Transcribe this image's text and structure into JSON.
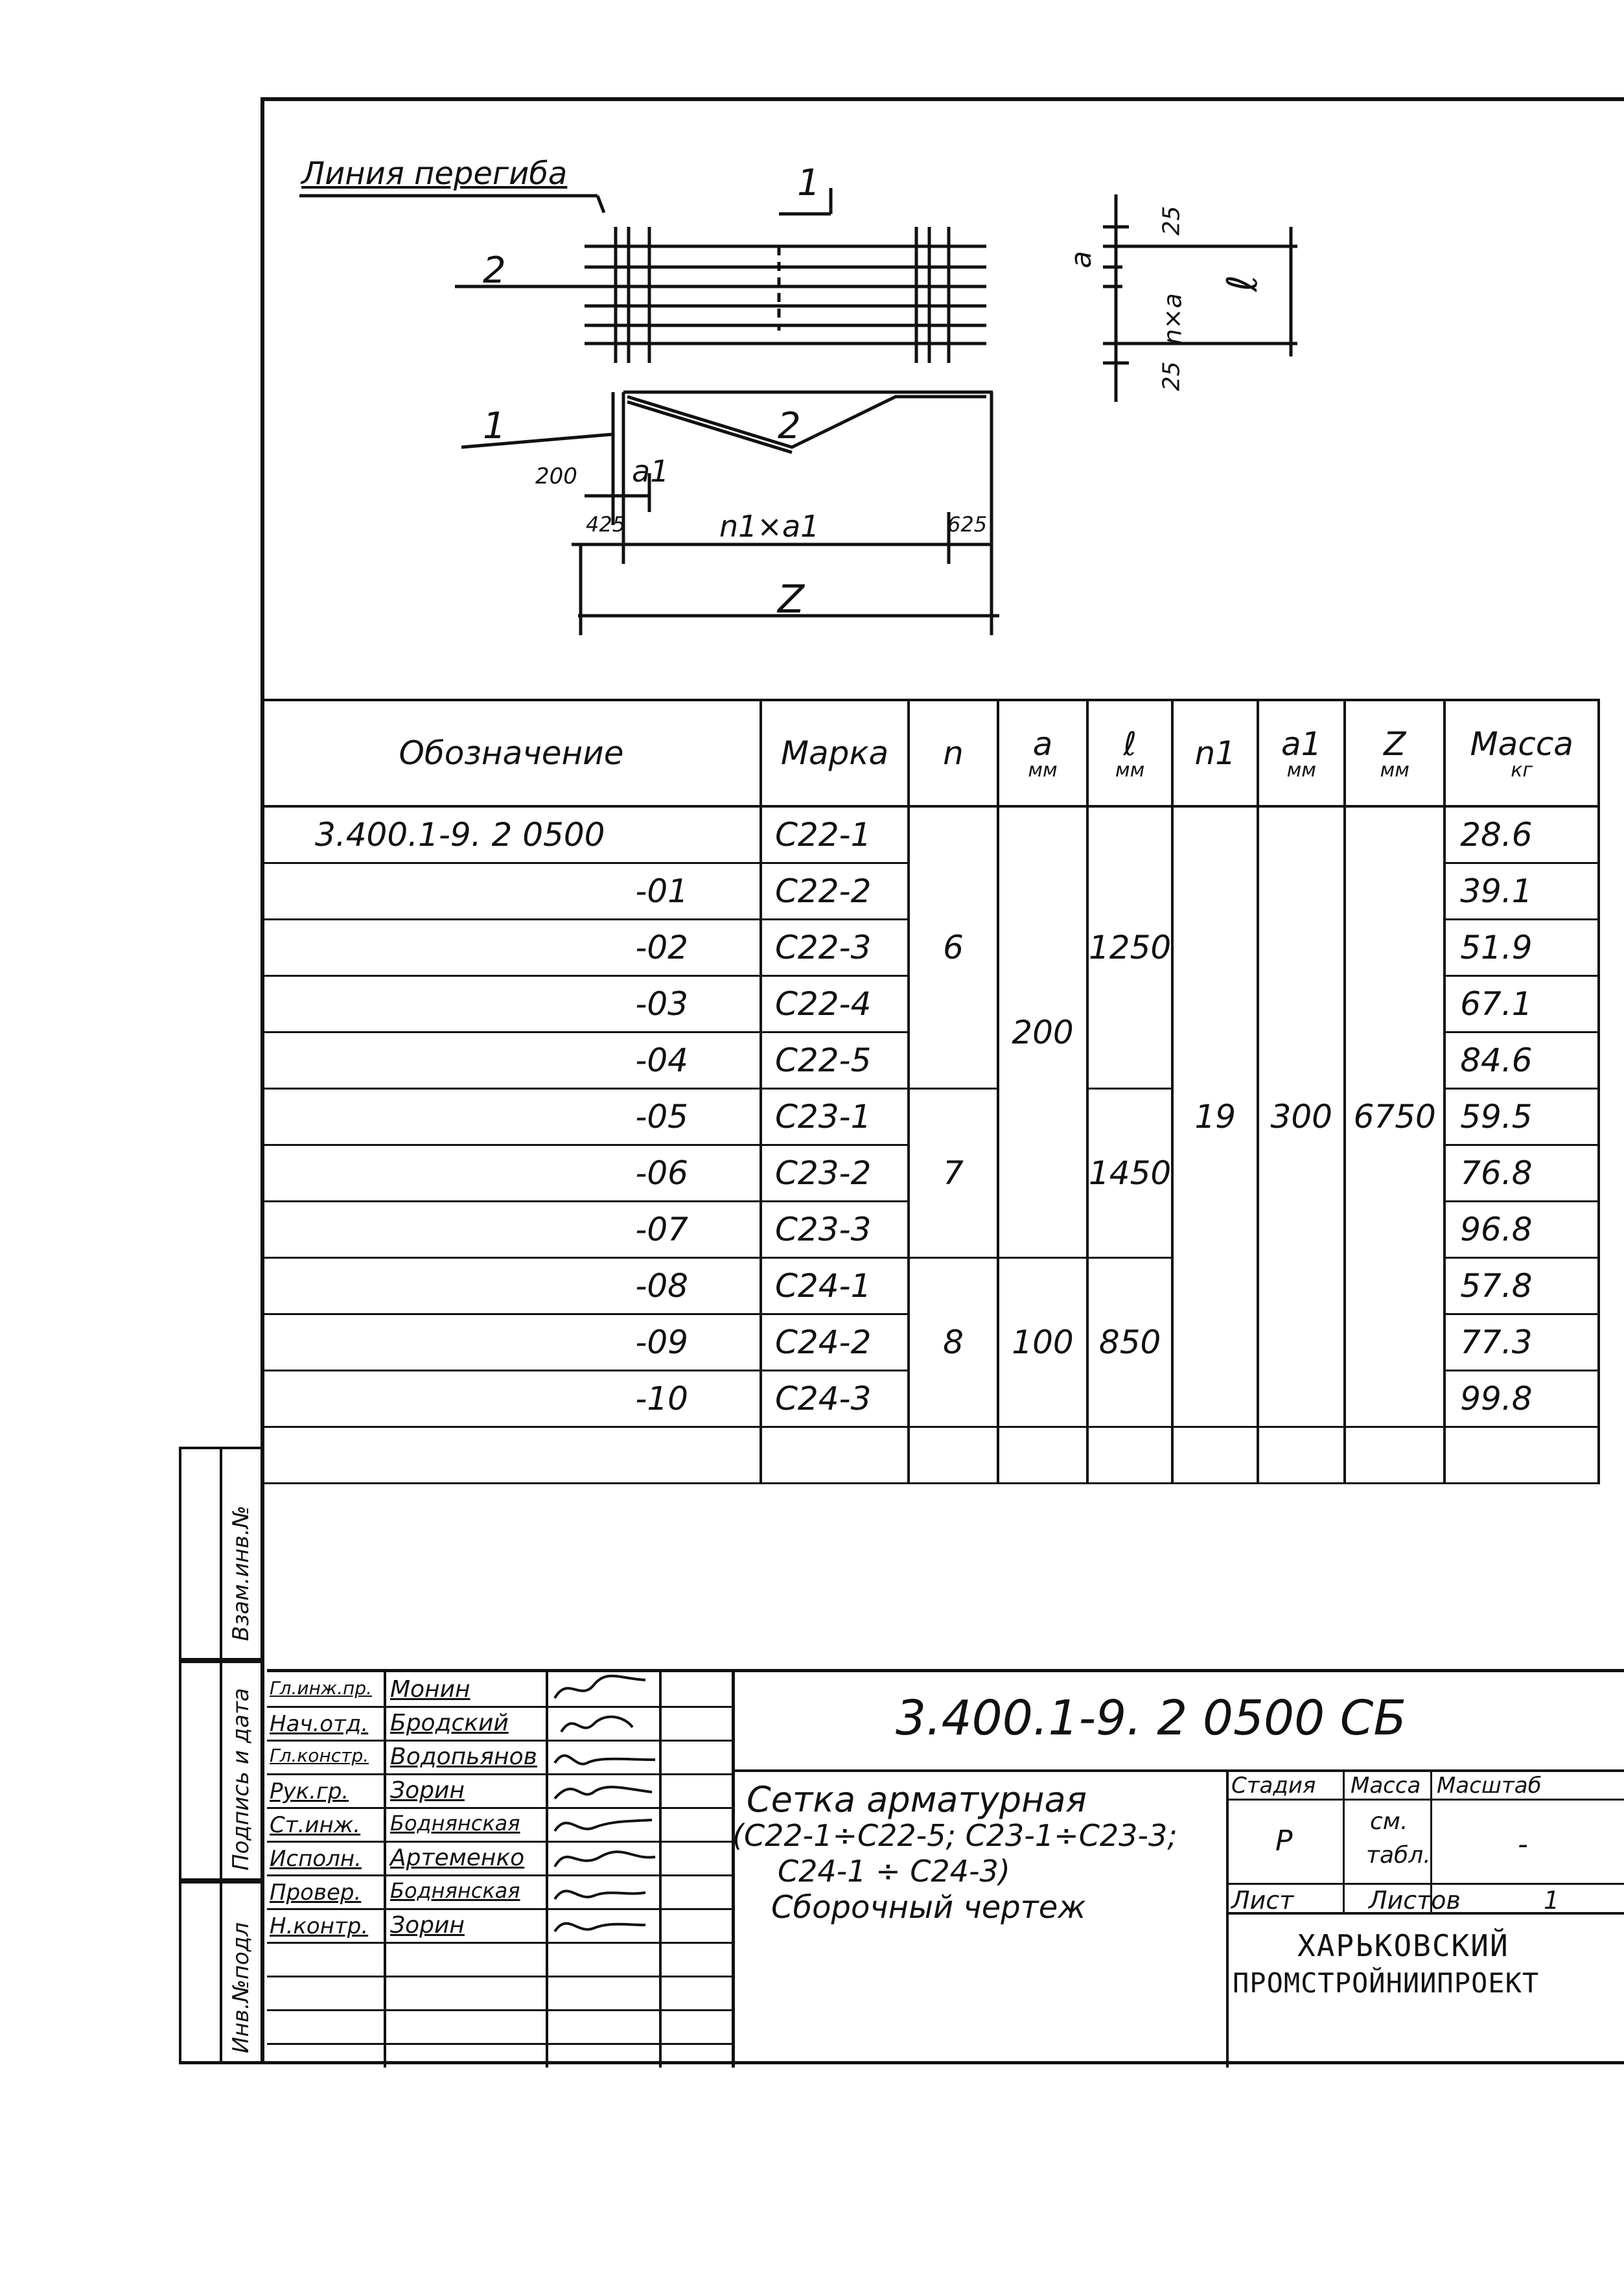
{
  "drawing": {
    "bend_line_label": "Линия перегиба",
    "callout_1_top": "1",
    "callout_2_left": "2",
    "callout_1_bottom": "1",
    "callout_2_bottom": "2",
    "dim_25_top": "25",
    "dim_a": "a",
    "dim_n_a": "n×a",
    "dim_l": "ℓ",
    "dim_25_bottom": "25",
    "dim_200": "200",
    "dim_a1": "a1",
    "dim_425": "425",
    "dim_n1_a1": "n1×a1",
    "dim_625": "625",
    "dim_Z": "Z"
  },
  "spec_table": {
    "headers": {
      "oboz": "Обозначение",
      "marka": "Марка",
      "n": "n",
      "a": "a",
      "a_unit": "мм",
      "l": "ℓ",
      "l_unit": "мм",
      "n1": "n1",
      "a1": "a1",
      "a1_unit": "мм",
      "z": "Z",
      "z_unit": "мм",
      "massa": "Масса",
      "massa_unit": "кг"
    },
    "rows": [
      {
        "oboz": "3.400.1-9. 2  0500",
        "marka": "С22-1",
        "massa": "28.6"
      },
      {
        "oboz": "-01",
        "marka": "С22-2",
        "massa": "39.1"
      },
      {
        "oboz": "-02",
        "marka": "С22-3",
        "massa": "51.9"
      },
      {
        "oboz": "-03",
        "marka": "С22-4",
        "massa": "67.1"
      },
      {
        "oboz": "-04",
        "marka": "С22-5",
        "massa": "84.6"
      },
      {
        "oboz": "-05",
        "marka": "С23-1",
        "massa": "59.5"
      },
      {
        "oboz": "-06",
        "marka": "С23-2",
        "massa": "76.8"
      },
      {
        "oboz": "-07",
        "marka": "С23-3",
        "massa": "96.8"
      },
      {
        "oboz": "-08",
        "marka": "С24-1",
        "massa": "57.8"
      },
      {
        "oboz": "-09",
        "marka": "С24-2",
        "massa": "77.3"
      },
      {
        "oboz": "-10",
        "marka": "С24-3",
        "massa": "99.8"
      }
    ],
    "merged": {
      "n_c22": "6",
      "n_c23": "7",
      "n_c24": "8",
      "a_c22_c23": "200",
      "a_c24": "100",
      "l_c22": "1250",
      "l_c23": "1450",
      "l_c24": "850",
      "n1": "19",
      "a1": "300",
      "z": "6750"
    }
  },
  "side_stamp": {
    "vzam": "Взам.инв.№",
    "podpis": "Подпись и дата",
    "inv": "Инв.№подл"
  },
  "title_block": {
    "roles": [
      "Гл.инж.пр.",
      "Нач.отд.",
      "Гл.констр.",
      "Рук.гр.",
      "Ст.инж.",
      "Исполн.",
      "Провер.",
      "Н.контр."
    ],
    "names": [
      "Монин",
      "Бродский",
      "Водопьянов",
      "Зорин",
      "Боднянская",
      "Артеменко",
      "Боднянская",
      "Зорин"
    ],
    "doc_number": "3.400.1-9. 2  0500 СБ",
    "title_line1": "Сетка арматурная",
    "title_line2": "(С22-1÷С22-5; С23-1÷С23-3;",
    "title_line3": "С24-1 ÷ С24-3)",
    "title_line4": "Сборочный чертеж",
    "stage_label": "Стадия",
    "mass_label": "Масса",
    "scale_label": "Масштаб",
    "stage_value": "Р",
    "mass_value_1": "см.",
    "mass_value_2": "табл.",
    "scale_value": "-",
    "sheet_label": "Лист",
    "sheets_label": "Листов",
    "sheets_value": "1",
    "org_line1": "ХАРЬКОВСКИЙ",
    "org_line2": "ПРОМСТРОЙНИИПРОЕКТ"
  }
}
